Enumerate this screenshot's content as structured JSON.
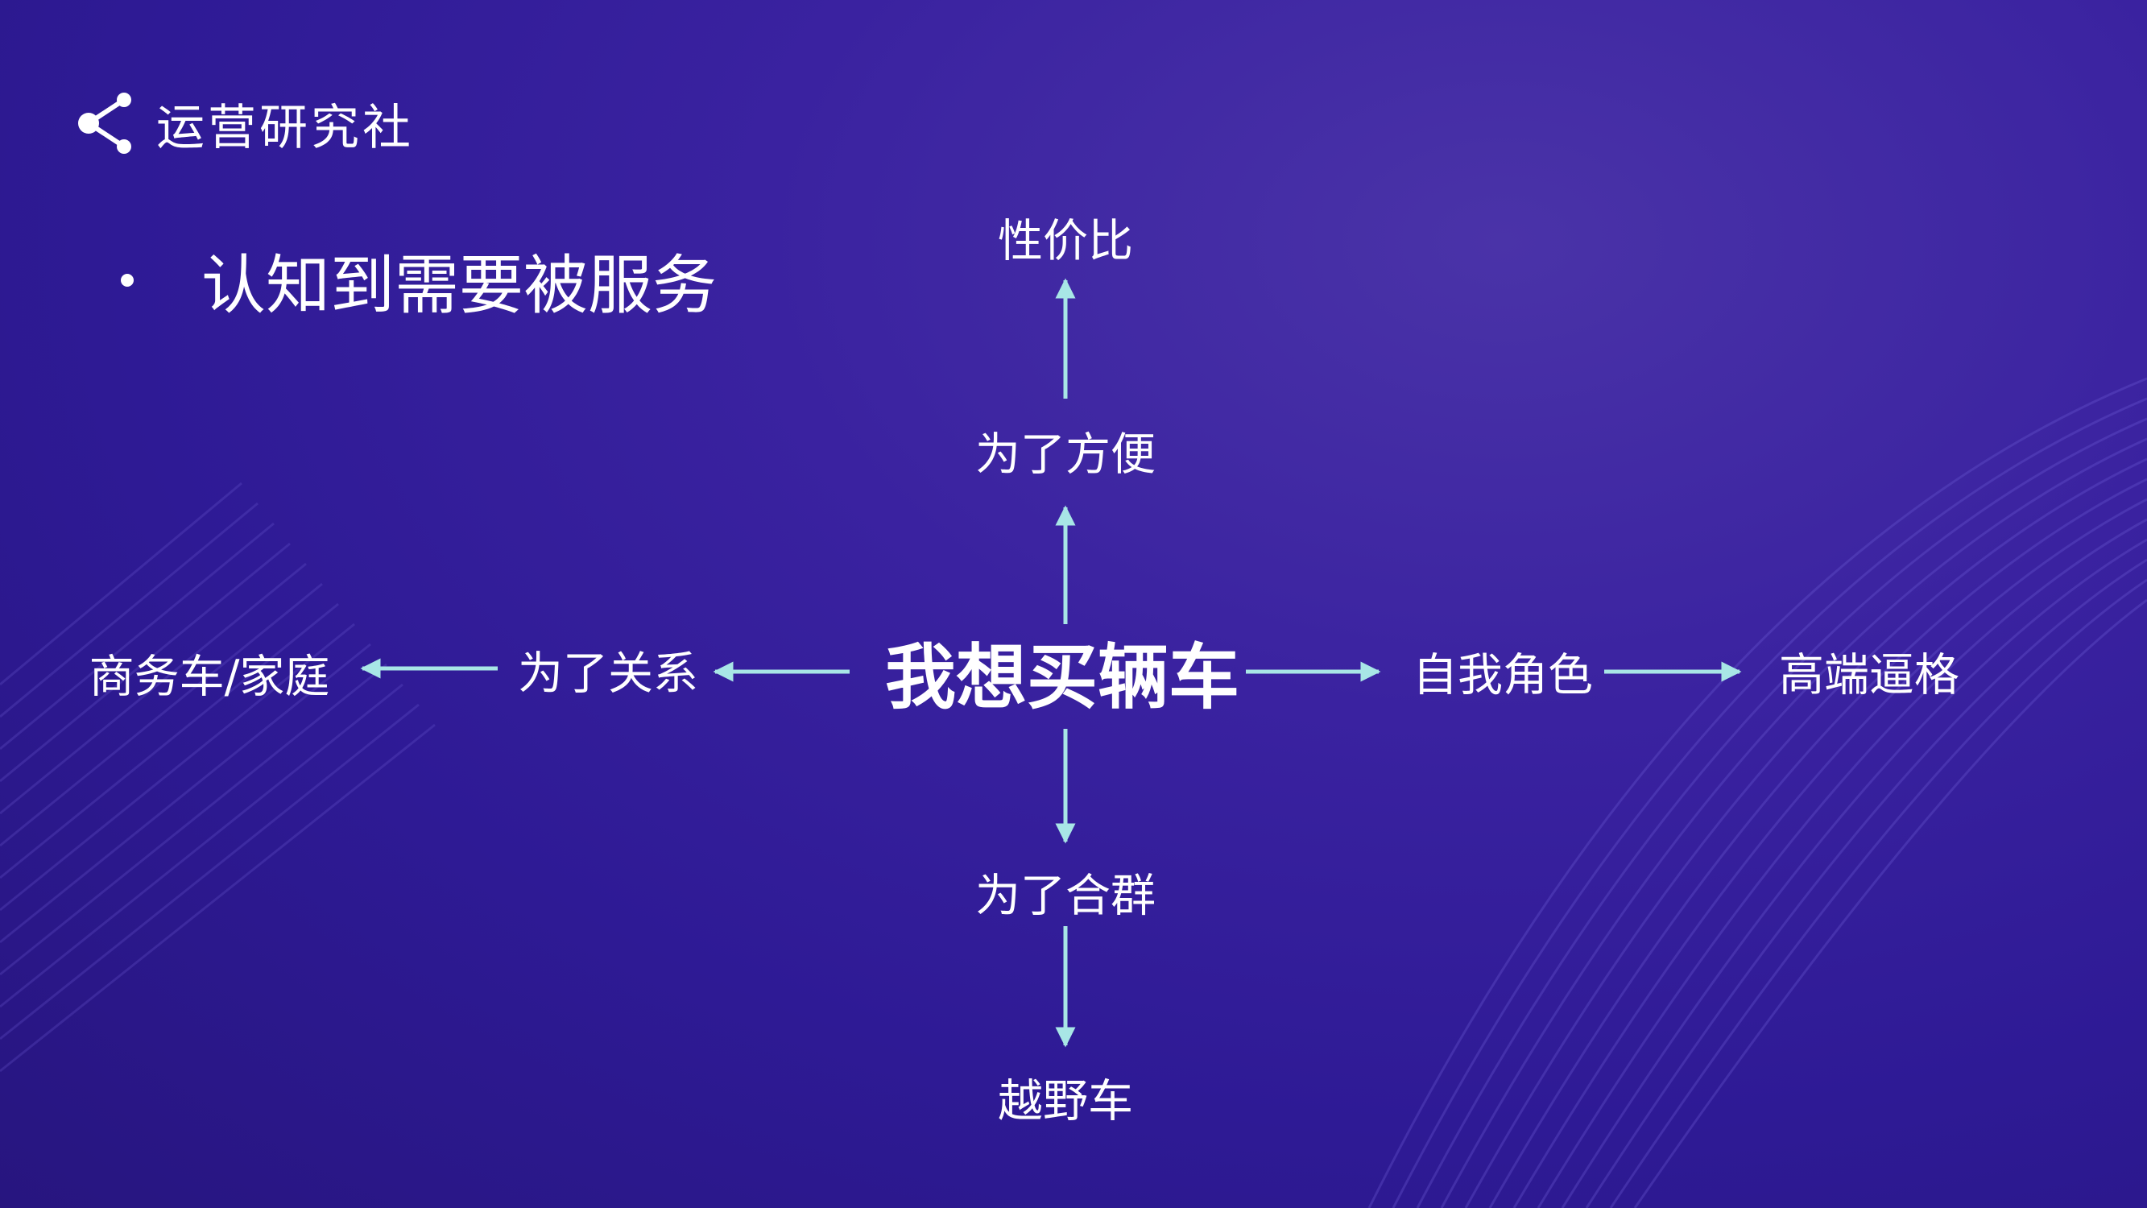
{
  "logo": {
    "text": "运营研究社",
    "icon": "share-icon"
  },
  "bullet": {
    "text": "认知到需要被服务"
  },
  "diagram": {
    "center": "我想买辆车",
    "up_mid": "为了方便",
    "up_end": "性价比",
    "down_mid": "为了合群",
    "down_end": "越野车",
    "left_mid": "为了关系",
    "left_end": "商务车/家庭",
    "right_mid": "自我角色",
    "right_end": "高端逼格"
  },
  "colors": {
    "background": "#3a22a0",
    "arrow": "#a8e6e6",
    "text": "#ffffff"
  }
}
